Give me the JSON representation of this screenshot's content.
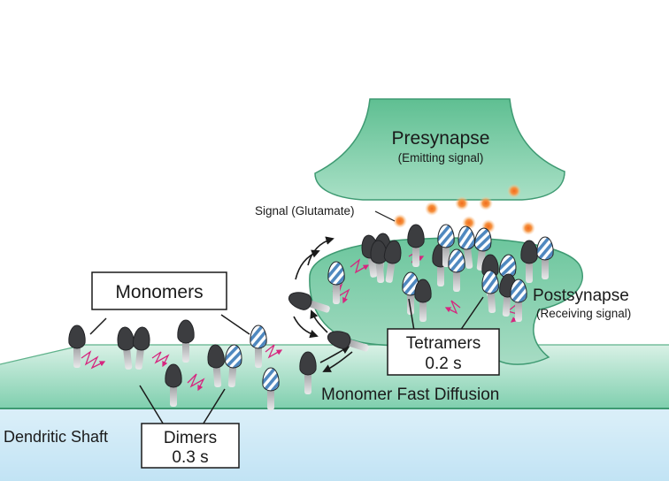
{
  "labels": {
    "presynapse": "Presynapse",
    "presynapse_sub": "(Emitting signal)",
    "signal": "Signal (Glutamate)",
    "postsynapse": "Postsynapse",
    "postsynapse_sub": "(Receiving signal)",
    "monomers": "Monomers",
    "tetramers": "Tetramers",
    "tetramers_time": "0.2 s",
    "dimers": "Dimers",
    "dimers_time": "0.3 s",
    "fast_diffusion": "Monomer Fast Diffusion",
    "dendritic_shaft": "Dendritic Shaft"
  },
  "colors": {
    "membrane": "#7fcfae",
    "membrane_dark": "#3e9a72",
    "shaft_blue": "#bfe3f3",
    "receptor_dark": "#3c3d40",
    "receptor_striped": "#4f88bf",
    "trajectory": "#d6267f",
    "glutamate": "#f07b2a"
  }
}
